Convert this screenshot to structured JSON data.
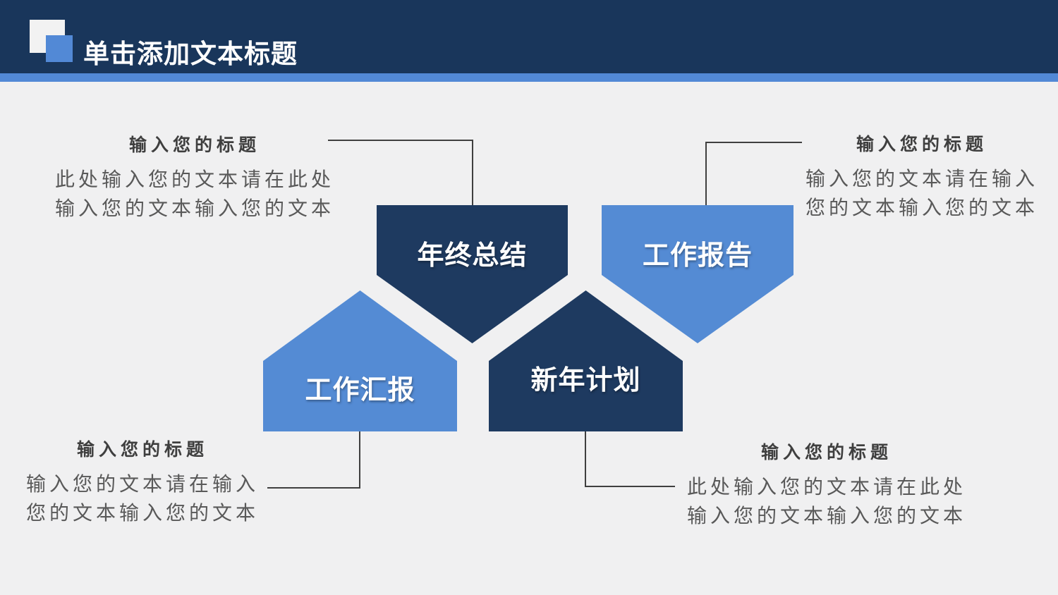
{
  "slide": {
    "background_color": "#F0F0F1",
    "header": {
      "title": "单击添加文本标题",
      "bar_color": "#19365B",
      "stripe_color": "#5289D6",
      "logo_back_color": "#F2F2F2",
      "logo_front_color": "#5289D6"
    },
    "diagram": {
      "connector_color": "#3F3F3F",
      "shapes": [
        {
          "label": "年终总结",
          "fill": "#1E3A60",
          "orientation": "point-down"
        },
        {
          "label": "工作报告",
          "fill": "#548BD4",
          "orientation": "point-down"
        },
        {
          "label": "工作汇报",
          "fill": "#548BD4",
          "orientation": "point-up"
        },
        {
          "label": "新年计划",
          "fill": "#1E3A60",
          "orientation": "point-up"
        }
      ],
      "callouts": [
        {
          "position": "top-left",
          "title": "输入您的标题",
          "lines": [
            "此处输入您的文本请在此处",
            "输入您的文本输入您的文本"
          ]
        },
        {
          "position": "top-right",
          "title": "输入您的标题",
          "lines": [
            "输入您的文本请在输入",
            "您的文本输入您的文本"
          ]
        },
        {
          "position": "bottom-left",
          "title": "输入您的标题",
          "lines": [
            "输入您的文本请在输入",
            "您的文本输入您的文本"
          ]
        },
        {
          "position": "bottom-right",
          "title": "输入您的标题",
          "lines": [
            "此处输入您的文本请在此处",
            "输入您的文本输入您的文本"
          ]
        }
      ],
      "text_colors": {
        "callout_title": "#3F3F3F",
        "callout_body": "#595959"
      }
    }
  }
}
